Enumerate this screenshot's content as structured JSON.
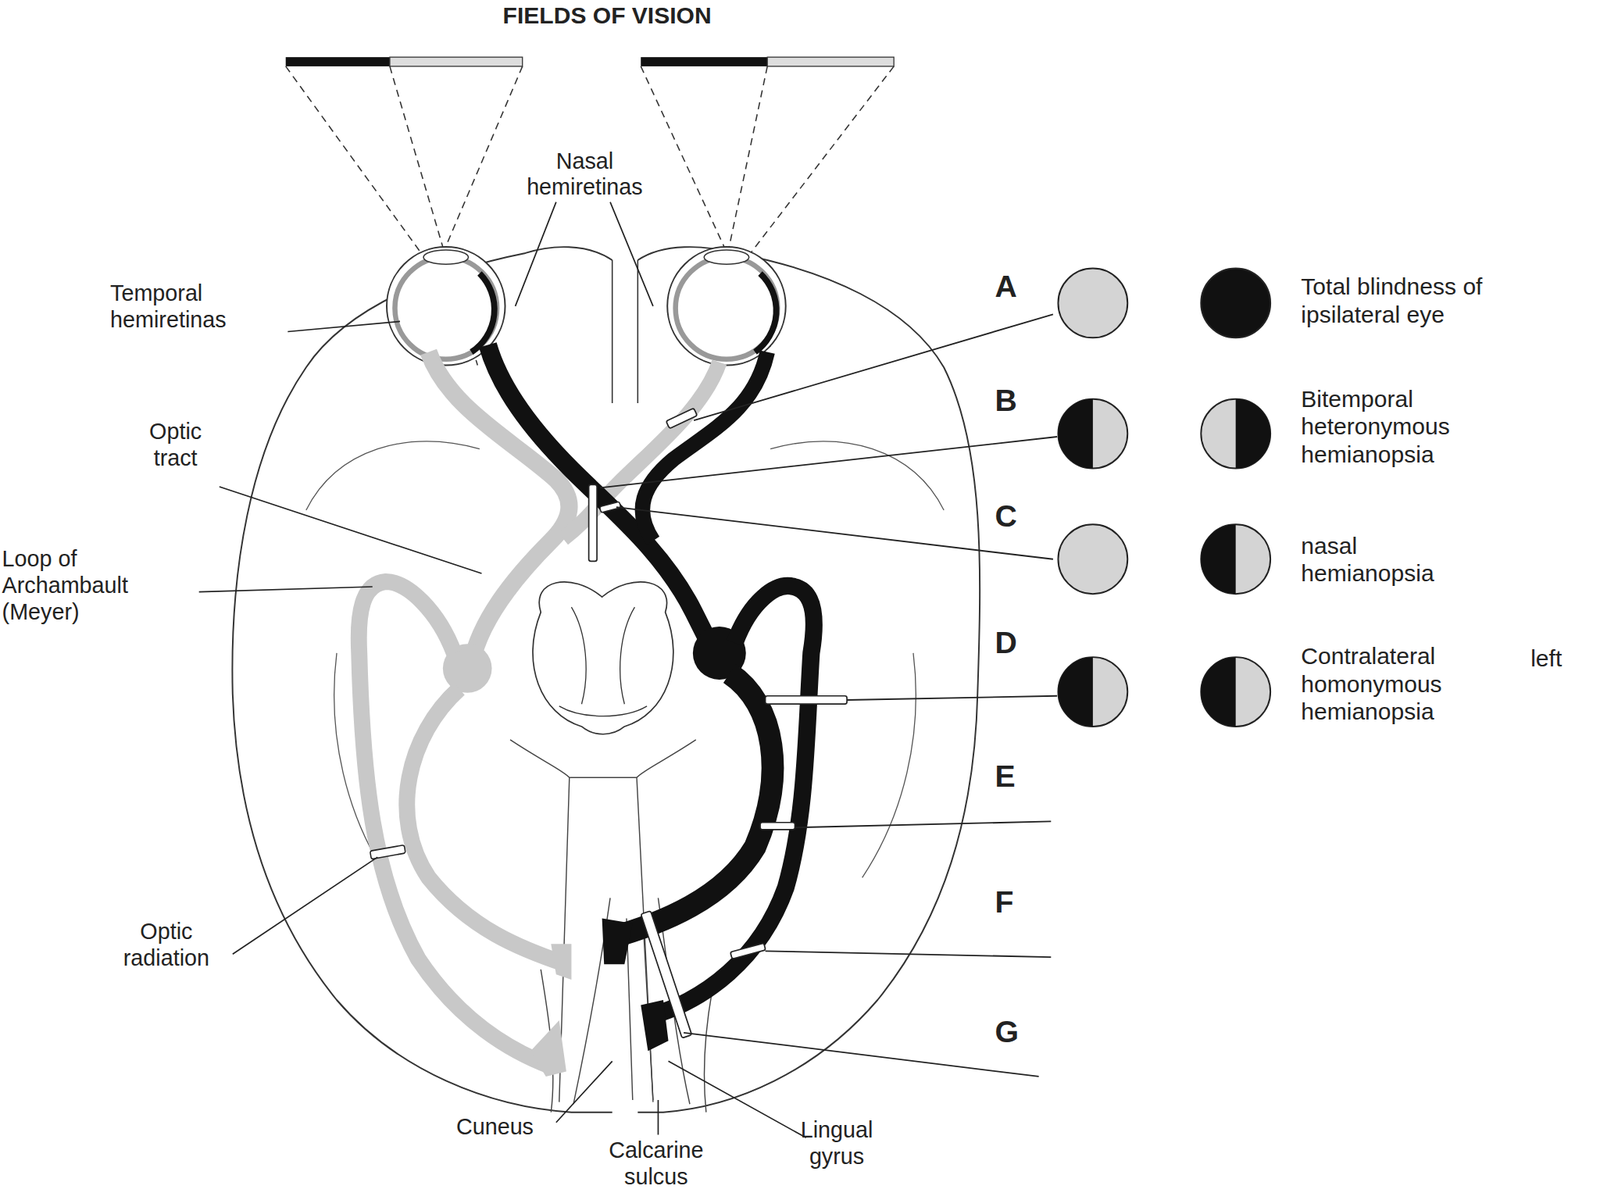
{
  "diagram": {
    "title": "FIELDS OF VISION",
    "labels": [
      "Nasal hemiretinas",
      "Temporal hemiretinas",
      "Optic tract",
      "Loop of Archambault (Meyer)",
      "Optic radiation",
      "Cuneus",
      "Calcarine sulcus",
      "Lingual gyrus",
      "A",
      "B",
      "C",
      "D",
      "E",
      "F",
      "G",
      "Total blindness of ipsilateral eye",
      "Bitemporal heteronymous hemianopsia",
      "nasal hemianopsia",
      "Contralateral homonymous hemianopsia",
      "left"
    ]
  }
}
